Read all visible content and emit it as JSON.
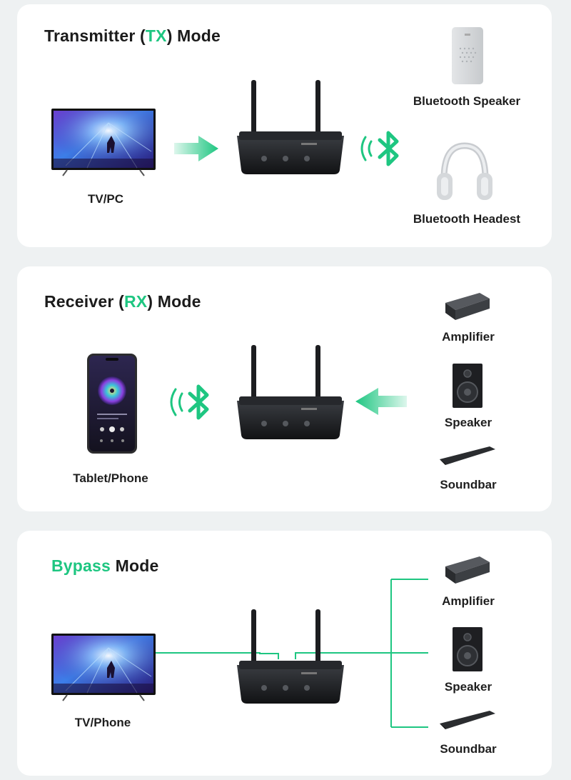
{
  "accent_color": "#1ec681",
  "transmitter": {
    "title_prefix": "Transmitter (",
    "title_highlight": "TX",
    "title_suffix": ") Mode",
    "source_label": "TV/PC",
    "targets": [
      "Bluetooth Speaker",
      "Bluetooth Headest"
    ]
  },
  "receiver": {
    "title_prefix": "Receiver (",
    "title_highlight": "RX",
    "title_suffix": ") Mode",
    "target_label": "Tablet/Phone",
    "sources": [
      "Amplifier",
      "Speaker",
      "Soundbar"
    ]
  },
  "bypass": {
    "title_highlight": "Bypass",
    "title_suffix": " Mode",
    "source_label": "TV/Phone",
    "targets": [
      "Amplifier",
      "Speaker",
      "Soundbar"
    ]
  }
}
